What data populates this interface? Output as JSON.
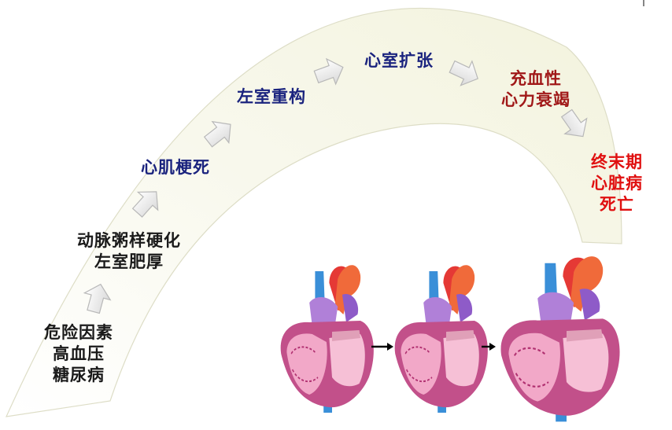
{
  "stages": [
    {
      "id": "risk",
      "lines": [
        "危险因素",
        "高血压",
        "糖尿病"
      ],
      "color": "#1a1a1a"
    },
    {
      "id": "atherosclerosis",
      "lines": [
        "动脉粥样硬化",
        "左室肥厚"
      ],
      "color": "#1a1a1a"
    },
    {
      "id": "mi",
      "lines": [
        "心肌梗死"
      ],
      "color": "#1a237e"
    },
    {
      "id": "remodeling",
      "lines": [
        "左室重构"
      ],
      "color": "#1a237e"
    },
    {
      "id": "dilation",
      "lines": [
        "心室扩张"
      ],
      "color": "#1a237e"
    },
    {
      "id": "heart-failure",
      "lines": [
        "充血性",
        "心力衰竭"
      ],
      "color": "#a01818"
    },
    {
      "id": "end-stage",
      "lines": [
        "终末期",
        "心脏病",
        "死亡"
      ],
      "color": "#e01010"
    }
  ],
  "colors": {
    "arc_fill": "#f6f6e6",
    "arc_edge": "#d8d8c0",
    "arrow_fill": "#eeeeee",
    "arrow_stroke": "#b8b8b8",
    "heart_aorta": "#e53935",
    "heart_vessel_blue": "#3a8fd8",
    "heart_vessel_purple": "#8e5bc8",
    "heart_chamber": "#f2a8c8",
    "heart_wall": "#c2508a"
  },
  "icons": [
    "progression-arrow-icon",
    "heart-illustration",
    "black-arrow-icon"
  ]
}
